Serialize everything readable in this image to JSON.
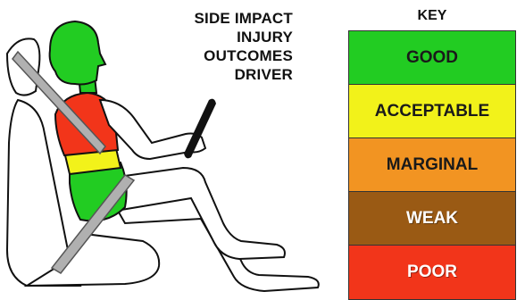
{
  "caption": {
    "lines": [
      "SIDE IMPACT",
      "INJURY",
      "OUTCOMES",
      "DRIVER"
    ]
  },
  "key": {
    "title": "KEY",
    "levels": [
      {
        "label": "GOOD",
        "color": "#22cc22",
        "text_color": "dark"
      },
      {
        "label": "ACCEPTABLE",
        "color": "#f2f21a",
        "text_color": "dark"
      },
      {
        "label": "MARGINAL",
        "color": "#f29422",
        "text_color": "dark"
      },
      {
        "label": "WEAK",
        "color": "#9a5a14",
        "text_color": "light"
      },
      {
        "label": "POOR",
        "color": "#f2351a",
        "text_color": "light"
      }
    ]
  },
  "body_regions": {
    "head": "GOOD",
    "torso": "POOR",
    "pelvis": "ACCEPTABLE",
    "lower_torso": "GOOD"
  }
}
